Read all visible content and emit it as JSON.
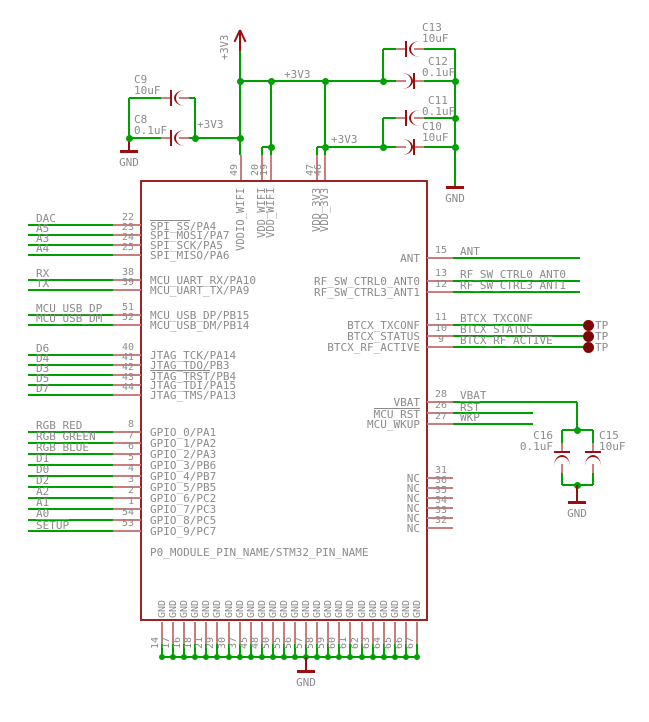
{
  "labels": {
    "power_3v3": "+3V3",
    "gnd": "GND",
    "tp": "TP"
  },
  "colors": {
    "wire_green": "#00a000",
    "pin_red": "#c97d7d",
    "chip_outline": "#9c2323",
    "device_red": "#990f0f",
    "cap_stub_red": "#ca8080",
    "tp_dot": "#7d0505",
    "text_grey": "#8b8b8b",
    "background": "#ffffff"
  },
  "capacitors": [
    {
      "ref": "C9",
      "value": "10uF"
    },
    {
      "ref": "C8",
      "value": "0.1uF"
    },
    {
      "ref": "C13",
      "value": "10uF"
    },
    {
      "ref": "C12",
      "value": "0.1uF"
    },
    {
      "ref": "C11",
      "value": "0.1uF"
    },
    {
      "ref": "C10",
      "value": "10uF"
    },
    {
      "ref": "C16",
      "value": "0.1uF"
    },
    {
      "ref": "C15",
      "value": "10uF"
    }
  ],
  "module": {
    "subtitle": "P0_MODULE_PIN_NAME/STM32_PIN_NAME",
    "top_pins": [
      {
        "num": "49",
        "name": "VDDIO_WIFI"
      },
      {
        "num": "20",
        "name": "VDD_WIFI"
      },
      {
        "num": "19",
        "name": "VDD_WIFI"
      },
      {
        "num": "47",
        "name": "VDD_3V3"
      },
      {
        "num": "46",
        "name": "VDD_3V3"
      }
    ],
    "left_groups": [
      {
        "pins": [
          {
            "net": "DAC",
            "num": "22",
            "name": "SPI_SS/PA4",
            "name_bar": "SPI_SS"
          },
          {
            "net": "A5",
            "num": "23",
            "name": "SPI_MOSI/PA7"
          },
          {
            "net": "A3",
            "num": "24",
            "name": "SPI_SCK/PA5"
          },
          {
            "net": "A4",
            "num": "25",
            "name": "SPI_MISO/PA6"
          }
        ]
      },
      {
        "pins": [
          {
            "net": "RX",
            "num": "38",
            "name": "MCU_UART_RX/PA10"
          },
          {
            "net": "TX",
            "num": "39",
            "name": "MCU_UART_TX/PA9"
          }
        ]
      },
      {
        "pins": [
          {
            "net": "MCU_USB_DP",
            "num": "51",
            "name": "MCU_USB_DP/PB15"
          },
          {
            "net": "MCU_USB_DM",
            "num": "52",
            "name": "MCU_USB_DM/PB14"
          }
        ]
      },
      {
        "pins": [
          {
            "net": "D6",
            "num": "40",
            "name": "JTAG_TCK/PA14"
          },
          {
            "net": "D4",
            "num": "41",
            "name": "JTAG_TDO/PB3"
          },
          {
            "net": "D3",
            "num": "42",
            "name": "JTAG_TRST/PB4",
            "name_bar": "JTAG_TRST"
          },
          {
            "net": "D5",
            "num": "43",
            "name": "JTAG_TDI/PA15"
          },
          {
            "net": "D7",
            "num": "44",
            "name": "JTAG_TMS/PA13"
          }
        ]
      },
      {
        "pins": [
          {
            "net": "RGB_RED",
            "num": "8",
            "name": "GPIO_0/PA1"
          },
          {
            "net": "RGB_GREEN",
            "num": "7",
            "name": "GPIO_1/PA2"
          },
          {
            "net": "RGB_BLUE",
            "num": "6",
            "name": "GPIO_2/PA3"
          },
          {
            "net": "D1",
            "num": "5",
            "name": "GPIO_3/PB6"
          },
          {
            "net": "D0",
            "num": "4",
            "name": "GPIO_4/PB7"
          },
          {
            "net": "D2",
            "num": "3",
            "name": "GPIO_5/PB5"
          },
          {
            "net": "A2",
            "num": "2",
            "name": "GPIO_6/PC2"
          },
          {
            "net": "A1",
            "num": "1",
            "name": "GPIO_7/PC3"
          },
          {
            "net": "A0",
            "num": "54",
            "name": "GPIO_8/PC5"
          },
          {
            "net": "SETUP",
            "num": "53",
            "name": "GPIO_9/PC7",
            "net_bar": true
          }
        ]
      }
    ],
    "right_groups": [
      {
        "pins": [
          {
            "net": "ANT",
            "num": "15",
            "name": "ANT"
          }
        ]
      },
      {
        "pins": [
          {
            "net": "RF_SW_CTRL0_ANT0",
            "num": "13",
            "name": "RF_SW_CTRL0_ANT0"
          },
          {
            "net": "RF_SW_CTRL3_ANT1",
            "num": "12",
            "name": "RF_SW_CTRL3_ANT1"
          }
        ]
      },
      {
        "pins": [
          {
            "net": "BTCX_TXCONF",
            "num": "11",
            "name": "BTCX_TXCONF",
            "tp": true
          },
          {
            "net": "BTCX_STATUS",
            "num": "10",
            "name": "BTCX_STATUS",
            "tp": true
          },
          {
            "net": "BTCX_RF_ACTIVE",
            "num": "9",
            "name": "BTCX_RF_ACTIVE",
            "tp": true
          }
        ]
      },
      {
        "pins": [
          {
            "net": "VBAT",
            "num": "28",
            "name": "VBAT"
          },
          {
            "net": "RST",
            "num": "26",
            "name": "MCU_RST",
            "net_bar": true,
            "name_bar": "MCU_RST"
          },
          {
            "net": "WKP",
            "num": "27",
            "name": "MCU_WKUP"
          }
        ]
      },
      {
        "pins": [
          {
            "num": "31",
            "name": "NC"
          },
          {
            "num": "36",
            "name": "NC"
          },
          {
            "num": "35",
            "name": "NC"
          },
          {
            "num": "34",
            "name": "NC"
          },
          {
            "num": "33",
            "name": "NC"
          },
          {
            "num": "32",
            "name": "NC"
          }
        ]
      }
    ],
    "bottom_pins": {
      "name": "GND",
      "numbers": [
        "14",
        "17",
        "16",
        "18",
        "21",
        "29",
        "30",
        "37",
        "45",
        "48",
        "50",
        "55",
        "56",
        "57",
        "58",
        "59",
        "60",
        "61",
        "62",
        "63",
        "64",
        "65",
        "66",
        "67"
      ]
    }
  }
}
